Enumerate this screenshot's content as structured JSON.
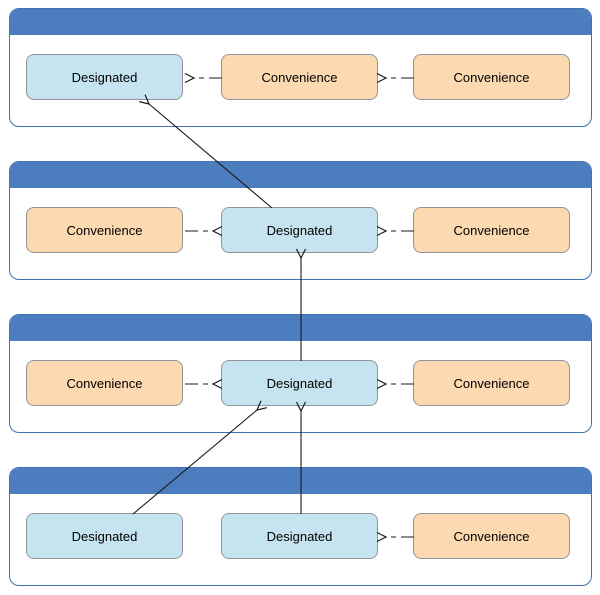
{
  "diagram": {
    "kind": "class-initializer-delegation",
    "colors": {
      "header-blue": "#4c7dbe",
      "container-border": "#4173b4",
      "designated-fill": "#c6e4ef",
      "convenience-fill": "#fcd9b0",
      "box-border": "#8f969b",
      "arrow": "#1a1a1a"
    },
    "rows": [
      {
        "name": "class-level-1",
        "boxes": [
          {
            "type": "designated",
            "label": "Designated"
          },
          {
            "type": "convenience",
            "label": "Convenience"
          },
          {
            "type": "convenience",
            "label": "Convenience"
          }
        ]
      },
      {
        "name": "class-level-2",
        "boxes": [
          {
            "type": "convenience",
            "label": "Convenience"
          },
          {
            "type": "designated",
            "label": "Designated"
          },
          {
            "type": "convenience",
            "label": "Convenience"
          }
        ]
      },
      {
        "name": "class-level-3",
        "boxes": [
          {
            "type": "convenience",
            "label": "Convenience"
          },
          {
            "type": "designated",
            "label": "Designated"
          },
          {
            "type": "convenience",
            "label": "Convenience"
          }
        ]
      },
      {
        "name": "class-level-4",
        "boxes": [
          {
            "type": "designated",
            "label": "Designated"
          },
          {
            "type": "designated",
            "label": "Designated"
          },
          {
            "type": "convenience",
            "label": "Convenience"
          }
        ]
      }
    ],
    "arrows": [
      {
        "from": "row1-convenience-middle",
        "to": "row1-designated-left",
        "style": "dashed",
        "direction": "left"
      },
      {
        "from": "row1-convenience-right",
        "to": "row1-convenience-middle",
        "style": "dashed",
        "direction": "left"
      },
      {
        "from": "row2-convenience-left",
        "to": "row2-designated-middle",
        "style": "dashed",
        "direction": "right"
      },
      {
        "from": "row2-convenience-right",
        "to": "row2-designated-middle",
        "style": "dashed",
        "direction": "left"
      },
      {
        "from": "row3-convenience-left",
        "to": "row3-designated-middle",
        "style": "dashed",
        "direction": "right"
      },
      {
        "from": "row3-convenience-right",
        "to": "row3-designated-middle",
        "style": "dashed",
        "direction": "left"
      },
      {
        "from": "row4-convenience-right",
        "to": "row4-designated-middle",
        "style": "dashed",
        "direction": "left"
      },
      {
        "from": "row2-designated-middle",
        "to": "row1-designated-left",
        "style": "solid",
        "direction": "up-diagonal"
      },
      {
        "from": "row3-designated-middle",
        "to": "row2-designated-middle",
        "style": "solid",
        "direction": "up"
      },
      {
        "from": "row4-designated-middle",
        "to": "row3-designated-middle",
        "style": "solid",
        "direction": "up"
      },
      {
        "from": "row4-designated-left",
        "to": "row3-designated-middle",
        "style": "solid",
        "direction": "up-diagonal"
      }
    ]
  }
}
